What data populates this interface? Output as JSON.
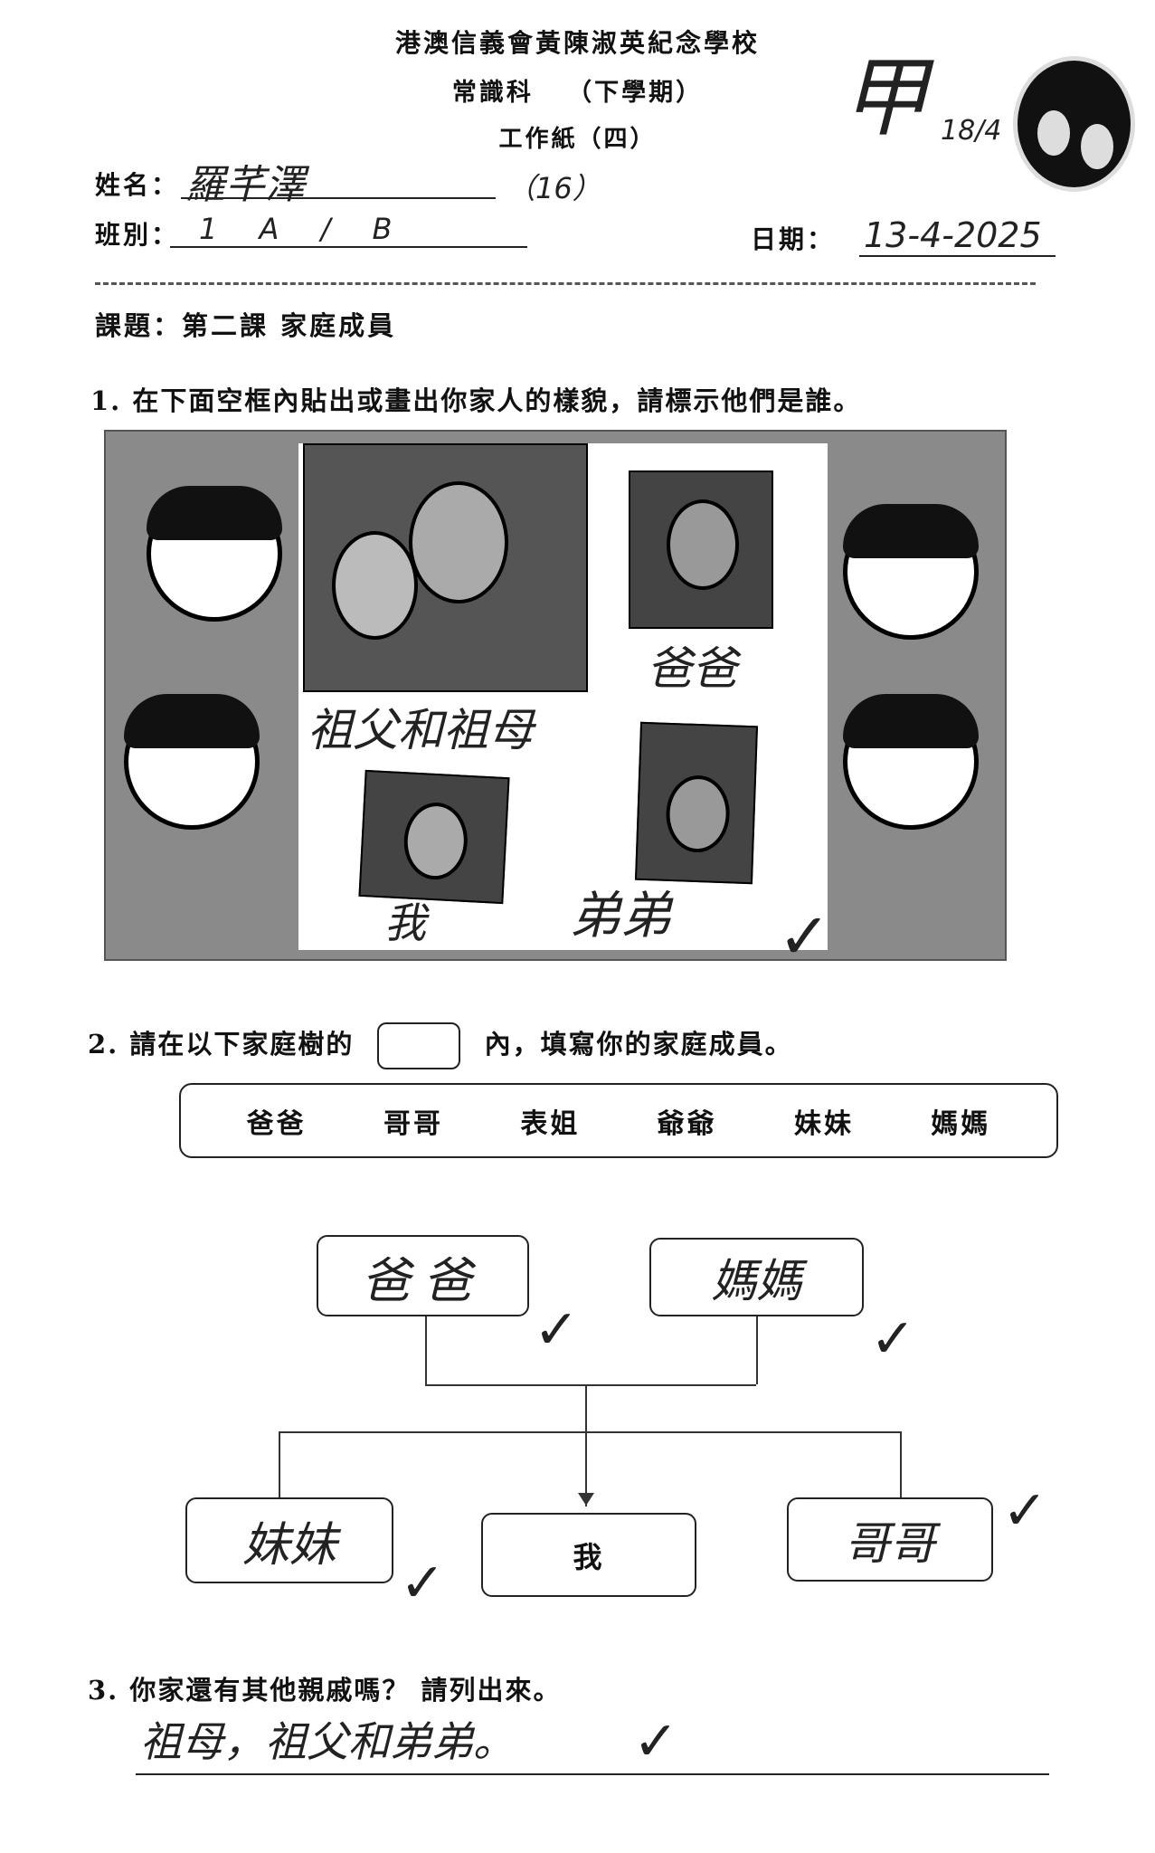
{
  "header": {
    "school": "港澳信義會黃陳淑英紀念學校",
    "subject": "常識科",
    "term": "（下學期）",
    "worksheet": "工作紙（四）"
  },
  "student": {
    "name_label": "姓名：",
    "name": "羅芊澤",
    "number": "（16）",
    "class_label": "班別：",
    "class_value": "1 A / B",
    "date_label": "日期：",
    "date": "13-4-2025"
  },
  "grade": {
    "mark": "甲",
    "date": "18/4"
  },
  "topic": "課題：第二課 家庭成員",
  "q1": {
    "text": "1. 在下面空框內貼出或畫出你家人的樣貌，請標示他們是誰。",
    "labels": [
      "祖父和祖母",
      "爸爸",
      "我",
      "弟弟"
    ]
  },
  "q2": {
    "text_before": "2. 請在以下家庭樹的",
    "text_after": "內，填寫你的家庭成員。",
    "word_bank": [
      "爸爸",
      "哥哥",
      "表姐",
      "爺爺",
      "妹妹",
      "媽媽"
    ],
    "tree": {
      "father": "爸爸",
      "mother": "媽媽",
      "sister": "妹妹",
      "me": "我",
      "brother": "哥哥"
    }
  },
  "q3": {
    "text": "3. 你家還有其他親戚嗎？ 請列出來。",
    "answer": "祖母，祖父和弟弟。"
  },
  "check_mark": "✓"
}
